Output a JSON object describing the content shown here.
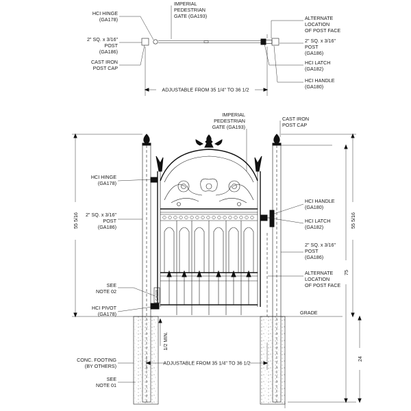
{
  "plan": {
    "hinge": [
      "HCI HINGE",
      "(GA178)"
    ],
    "post_left": [
      "2\" SQ. x 3/16\"",
      "POST",
      "(GA186)"
    ],
    "post_cap": [
      "CAST IRON",
      "POST CAP"
    ],
    "gate": [
      "IMPERIAL",
      "PEDESTRIAN",
      "GATE (GA193)"
    ],
    "alt_post": [
      "ALTERNATE",
      "LOCATION",
      "OF POST FACE"
    ],
    "post_right": [
      "2\" SQ. x 3/16\"",
      "POST",
      "(GA186)"
    ],
    "latch": [
      "HCI LATCH",
      "(GA182)"
    ],
    "handle": [
      "HCI HANDLE",
      "(GA180)"
    ],
    "width": "ADJUSTABLE FROM 35 1/4\" TO 36 1/2"
  },
  "elevation": {
    "gate": [
      "IMPERIAL",
      "PEDESTRIAN",
      "GATE (GA193)"
    ],
    "post_cap": [
      "CAST IRON",
      "POST CAP"
    ],
    "hinge": [
      "HCI HINGE",
      "(GA178)"
    ],
    "post_left": [
      "2\" SQ. x 3/16\"",
      "POST",
      "(GA186)"
    ],
    "note02": [
      "SEE",
      "NOTE 02"
    ],
    "pivot": [
      "HCI PIVOT",
      "(GA178)"
    ],
    "footing": [
      "CONC. FOOTING",
      "(BY OTHERS)"
    ],
    "note01": [
      "SEE",
      "NOTE 01"
    ],
    "handle": [
      "HCI HANDLE",
      "(GA180)"
    ],
    "latch": [
      "HCI LATCH",
      "(GA182)"
    ],
    "post_right": [
      "2\" SQ. x 3/16\"",
      "POST",
      "(GA186)"
    ],
    "alt_post": [
      "ALTERNATE",
      "LOCATION",
      "OF POST FACE"
    ],
    "grade": "GRADE",
    "width": "ADJUSTABLE FROM 35 1/4\" TO 36 1/2",
    "clearance": "1/2 MIN.",
    "height_left": "55 5/16",
    "height_right": "55 5/16",
    "height_75": "75",
    "height_24": "24",
    "pivot_tag": "GA193"
  }
}
